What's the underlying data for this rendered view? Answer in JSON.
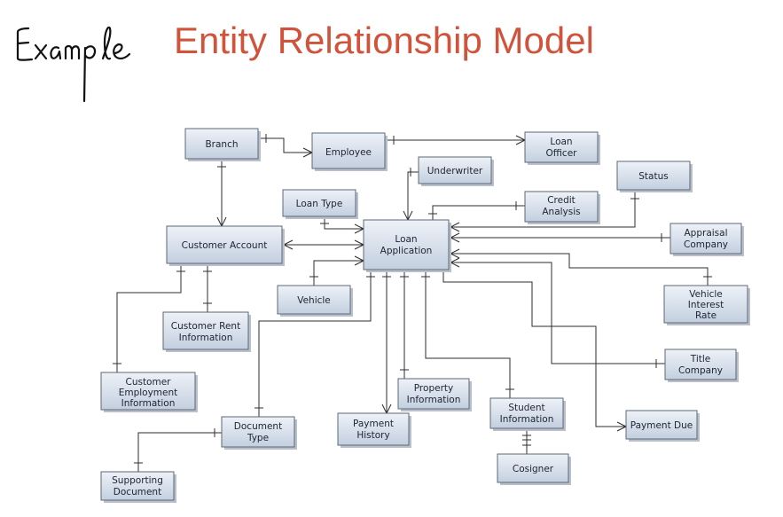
{
  "title": "Entity Relationship Model",
  "handwritten_note": "Example",
  "colors": {
    "title": "#d0533b",
    "entity_fill_top": "#e9eef6",
    "entity_fill_bottom": "#c5d0e0",
    "entity_border": "#5c6778",
    "line": "#2c2c2c"
  },
  "entities": {
    "branch": [
      "Branch"
    ],
    "employee": [
      "Employee"
    ],
    "loan_officer": [
      "Loan",
      "Officer"
    ],
    "underwriter": [
      "Underwriter"
    ],
    "status": [
      "Status"
    ],
    "loan_type": [
      "Loan Type"
    ],
    "credit_analysis": [
      "Credit",
      "Analysis"
    ],
    "customer_account": [
      "Customer Account"
    ],
    "loan_application": [
      "Loan",
      "Application"
    ],
    "appraisal_company": [
      "Appraisal",
      "Company"
    ],
    "vehicle": [
      "Vehicle"
    ],
    "vehicle_interest_rate": [
      "Vehicle",
      "Interest",
      "Rate"
    ],
    "customer_rent_information": [
      "Customer Rent",
      "Information"
    ],
    "customer_employment_information": [
      "Customer",
      "Employment",
      "Information"
    ],
    "title_company": [
      "Title",
      "Company"
    ],
    "property_information": [
      "Property",
      "Information"
    ],
    "student_information": [
      "Student",
      "Information"
    ],
    "document_type": [
      "Document",
      "Type"
    ],
    "payment_history": [
      "Payment",
      "History"
    ],
    "payment_due": [
      "Payment Due"
    ],
    "cosigner": [
      "Cosigner"
    ],
    "supporting_document": [
      "Supporting",
      "Document"
    ]
  }
}
